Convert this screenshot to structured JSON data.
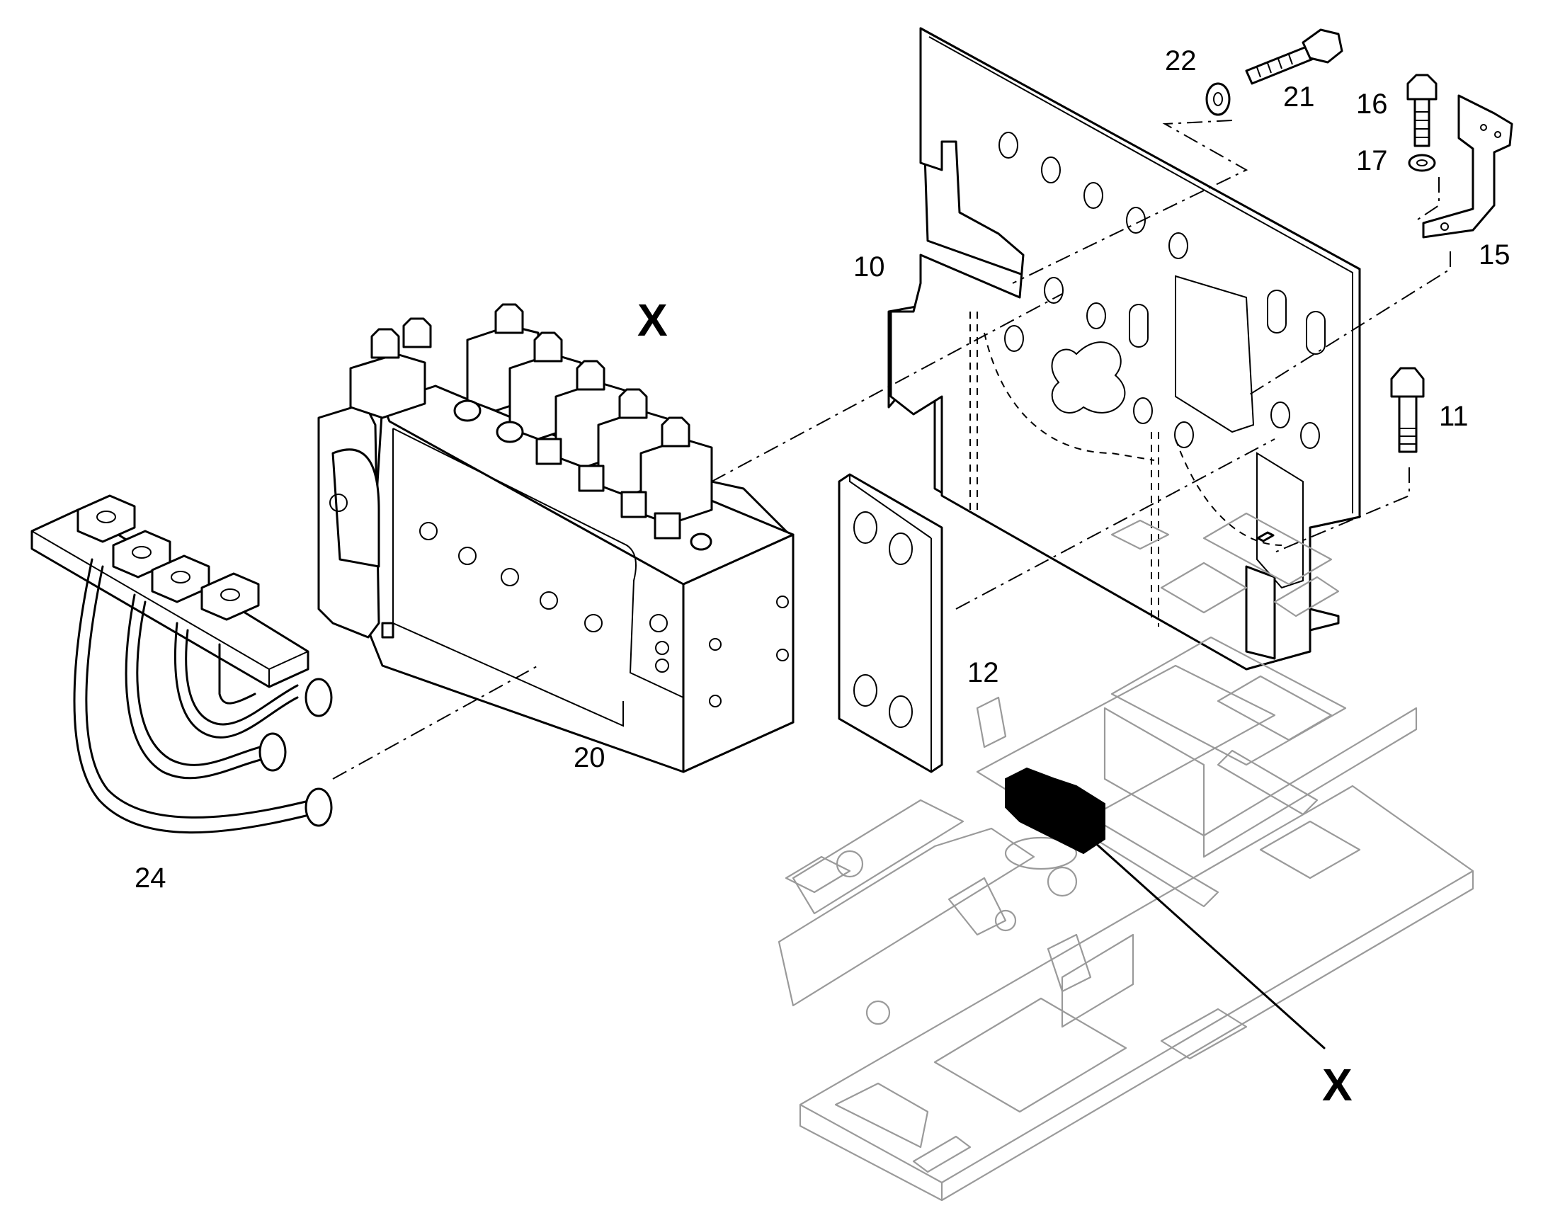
{
  "callouts": {
    "c10": "10",
    "c11": "11",
    "c12": "12",
    "c15": "15",
    "c16": "16",
    "c17": "17",
    "c20": "20",
    "c21": "21",
    "c22": "22",
    "c24": "24"
  },
  "detail_marker": "X",
  "detail_marker_frame": "X"
}
